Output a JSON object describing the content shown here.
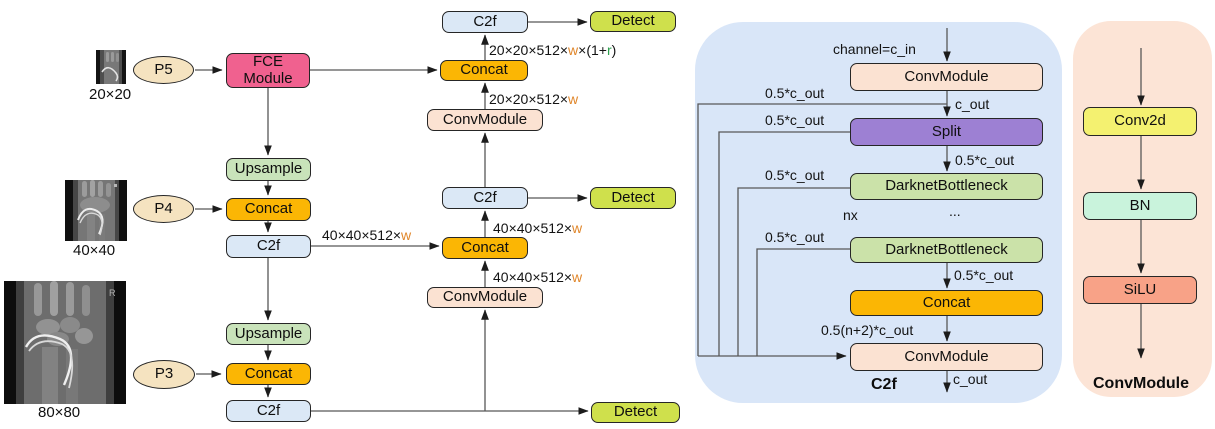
{
  "nodes": {
    "p5": "P5",
    "p4": "P4",
    "p3": "P3",
    "fce": "FCE\nModule",
    "upsample": "Upsample",
    "concat": "Concat",
    "c2f": "C2f",
    "convmodule": "ConvModule",
    "detect": "Detect",
    "split": "Split",
    "darknet": "DarknetBottleneck",
    "conv2d": "Conv2d",
    "bn": "BN",
    "silu": "SiLU"
  },
  "images": {
    "i20": "20×20",
    "i40": "40×40",
    "i80": "80×80",
    "r_marker": "R"
  },
  "edges": {
    "p5_out": {
      "a": "20×20×512×",
      "w": "w",
      "b": "×(1+",
      "r": "r",
      "c": ")"
    },
    "d20": {
      "a": "20×20×512×",
      "w": "w"
    },
    "d40": {
      "a": "40×40×512×",
      "w": "w"
    }
  },
  "c2f_panel": {
    "channel_in": "channel=c_in",
    "c_out": "c_out",
    "half": "0.5*c_out",
    "nx": "nx",
    "dots": "...",
    "concat_out": "0.5(n+2)*c_out",
    "title": "C2f",
    "out": "c_out"
  },
  "conv_panel": {
    "title": "ConvModule"
  },
  "colors": {
    "fce_pink": "#f0618f",
    "concat_orange": "#fbb604",
    "upsample_green": "#c9e3ba",
    "c2f_blue": "#dbe8f6",
    "convmodule_peach": "#fbe2d2",
    "detect_yellowgreen": "#cfe04c",
    "split_purple": "#9d80d3",
    "darknet_green": "#cbe2a9",
    "ellipse_wheat": "#f5e3c0",
    "panel_blue": "#d9e6f8",
    "panel_peach": "#fce4d6",
    "conv2d_yellow": "#f4f170",
    "bn_mint": "#c9f3dc",
    "silu_salmon": "#f8a287",
    "w_orange": "#e0862a",
    "r_green": "#2ca04d"
  }
}
